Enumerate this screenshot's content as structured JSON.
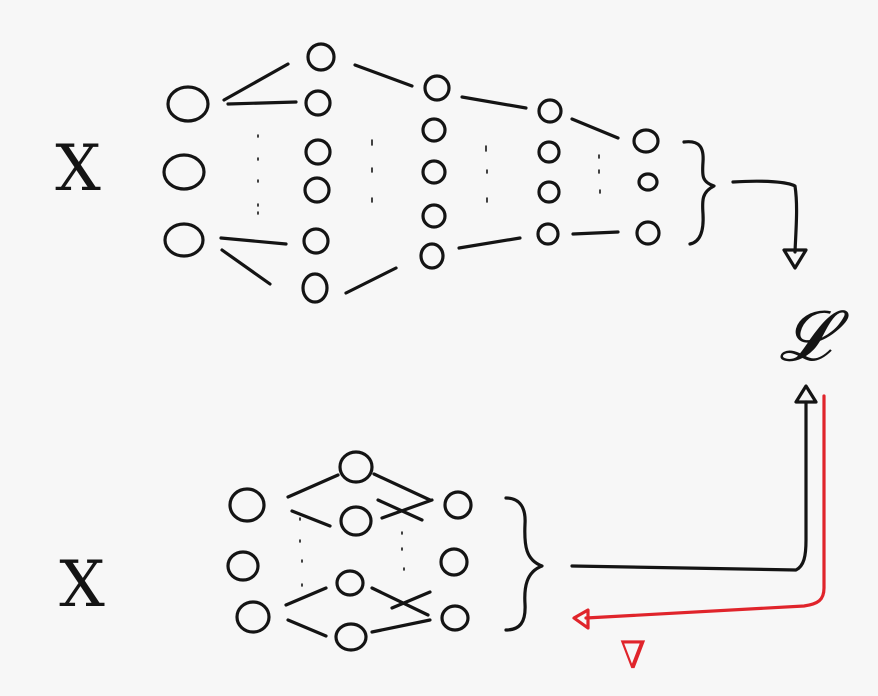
{
  "top_network": {
    "input_label": "X",
    "layers": [
      3,
      6,
      5,
      4,
      3
    ]
  },
  "bottom_network": {
    "input_label": "X",
    "layers": [
      3,
      4,
      3
    ]
  },
  "loss": {
    "symbol": "𝓛"
  },
  "gradient": {
    "symbol": "∇",
    "color": "#e0242b"
  },
  "ink_color": "#141414"
}
